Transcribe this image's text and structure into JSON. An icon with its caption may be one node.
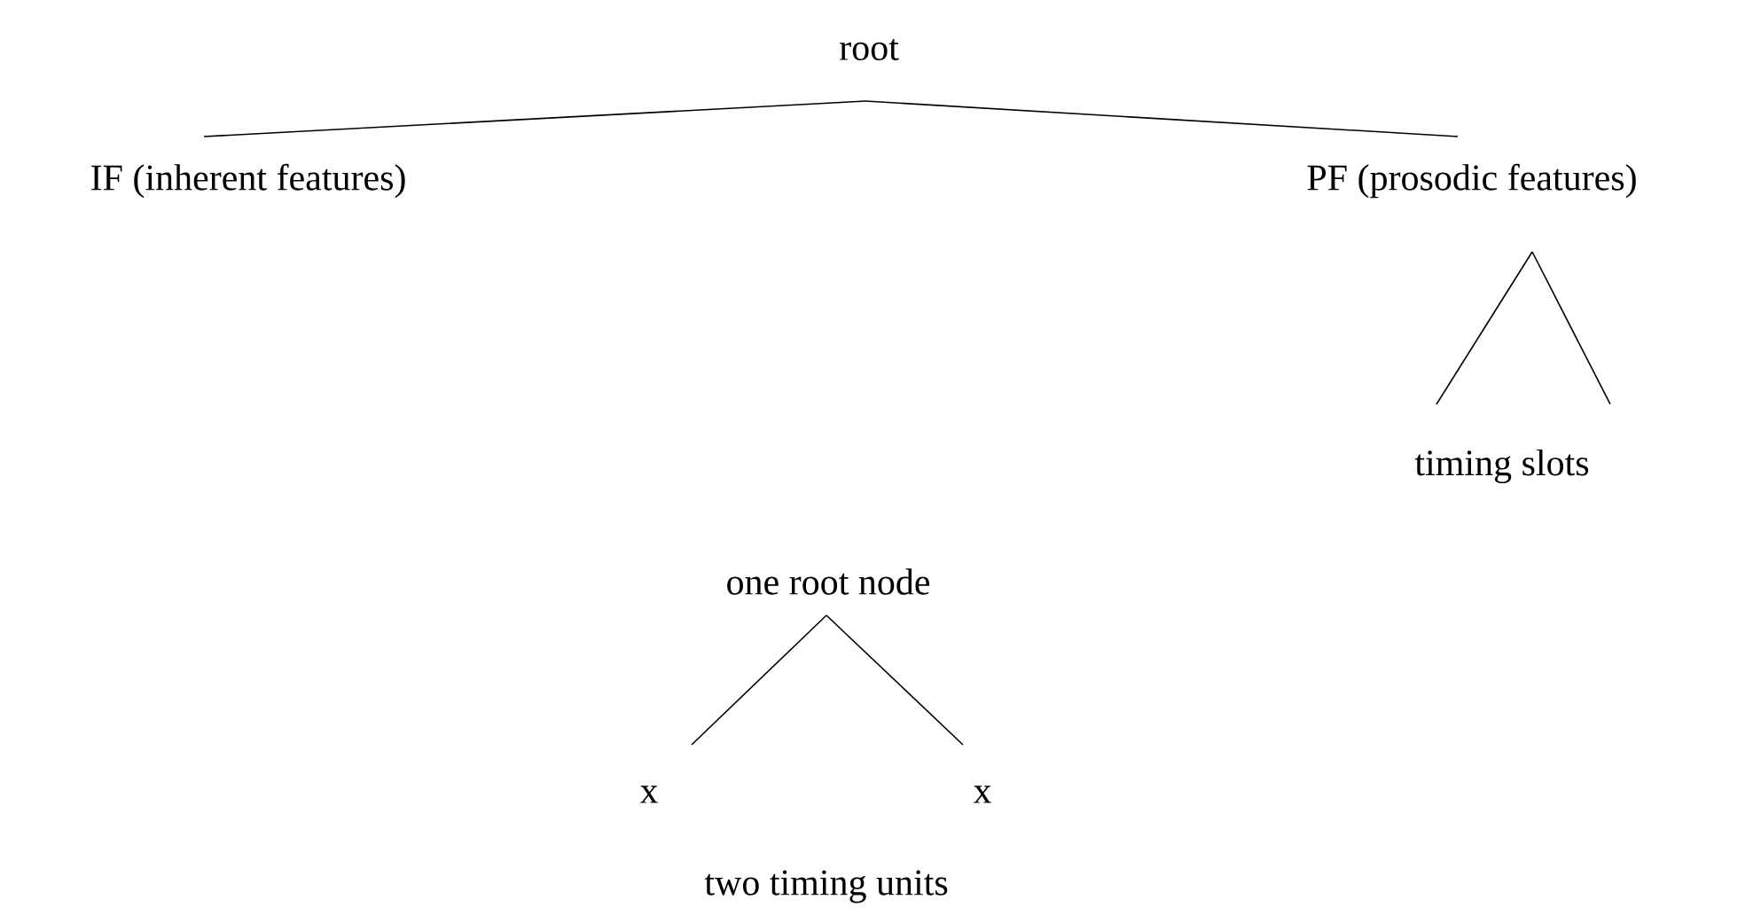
{
  "diagram": {
    "nodes": [
      {
        "text": [
          "root"
        ]
      },
      {
        "text": [
          "IF (inherent features)"
        ]
      },
      {
        "text": [
          "PF (prosodic features)"
        ]
      },
      {
        "text": [
          "timing slots"
        ]
      },
      {
        "text": [
          "one root node"
        ]
      },
      {
        "text": [
          "x"
        ]
      },
      {
        "text": [
          "x"
        ]
      }
    ],
    "edges": [
      {
        "from": 0,
        "to": 1,
        "arrow": "none"
      },
      {
        "from": 0,
        "to": 2,
        "arrow": "none"
      },
      {
        "from": 2,
        "to": 3,
        "arrow": "none"
      },
      {
        "from": 2,
        "to": 3,
        "arrow": "none"
      },
      {
        "from": 4,
        "to": 5,
        "arrow": "none"
      },
      {
        "from": 4,
        "to": 6,
        "arrow": "none"
      }
    ],
    "labels": [
      "two timing units"
    ]
  }
}
